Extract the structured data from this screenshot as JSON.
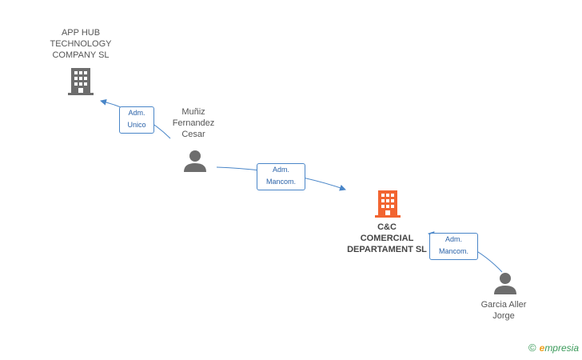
{
  "nodes": {
    "apphub": {
      "label": "APP HUB\nTECHNOLOGY\nCOMPANY  SL",
      "type": "company"
    },
    "munoz": {
      "label": "Muñiz\nFernandez\nCesar",
      "type": "person"
    },
    "cc": {
      "label": "C&C\nCOMERCIAL\nDEPARTAMENT SL",
      "type": "company",
      "highlighted": true
    },
    "garcia": {
      "label": "Garcia Aller\nJorge",
      "type": "person"
    }
  },
  "edges": {
    "e1": {
      "label": "Adm.\nUnico"
    },
    "e2": {
      "label": "Adm.\nMancom."
    },
    "e3": {
      "label": "Adm.\nMancom."
    }
  },
  "brand": {
    "copyright": "©",
    "name_first": "e",
    "name_rest": "mpresia"
  },
  "colors": {
    "company": "#6d6d6d",
    "highlight": "#f26430",
    "person": "#6d6d6d",
    "edge": "#4a86c8"
  }
}
